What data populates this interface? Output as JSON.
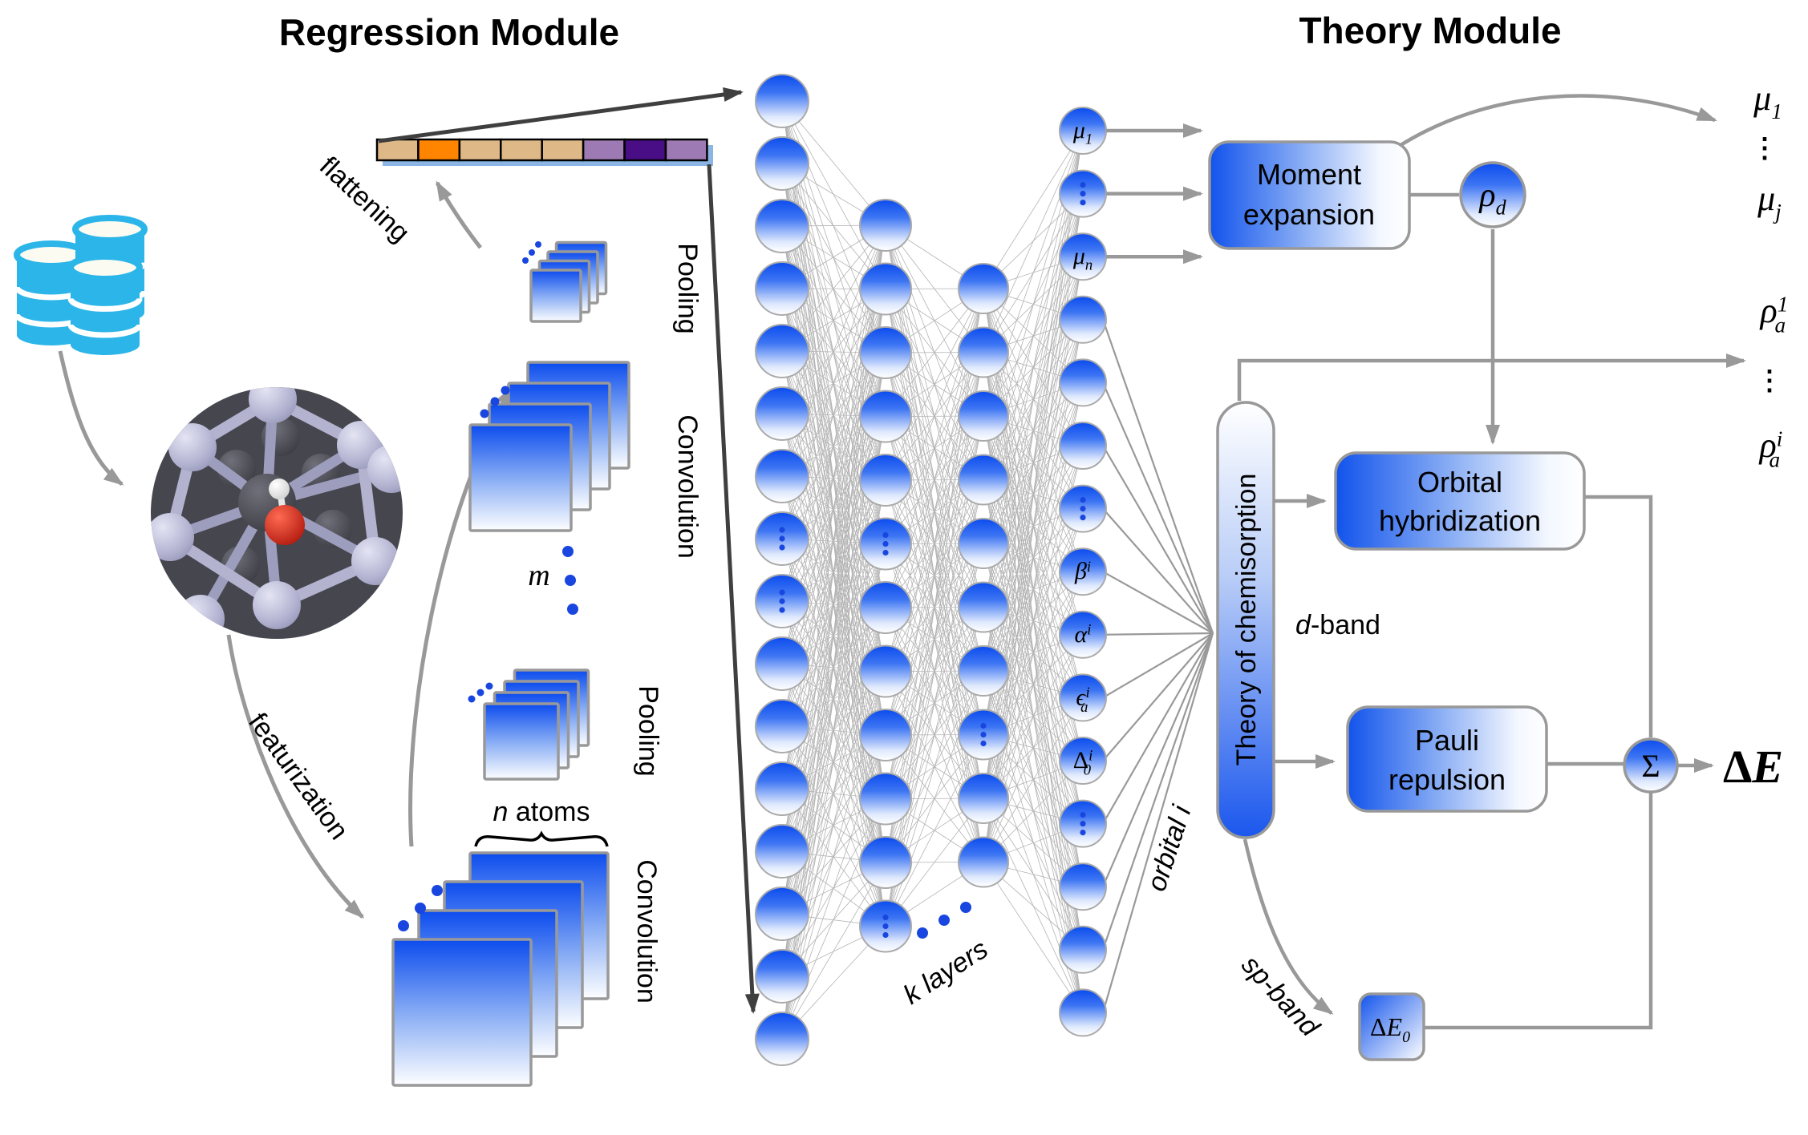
{
  "titles": {
    "regression": "Regression Module",
    "theory": "Theory Module"
  },
  "pipeline": {
    "stages": [
      "Pooling",
      "Convolution",
      "Pooling",
      "Convolution"
    ],
    "flattening": "flattening",
    "featurization": "featurization",
    "n_atoms": {
      "italic": "n",
      "rest": " atoms"
    },
    "m": "m",
    "k_layers": "k layers",
    "flatten_cells": [
      "#deb887",
      "#ff8400",
      "#deb887",
      "#deb887",
      "#deb887",
      "#9d7ab4",
      "#490d85",
      "#9d7ab4"
    ]
  },
  "network": {
    "layers": [
      {
        "count": 16,
        "dots": [
          7,
          8
        ]
      },
      {
        "count": 12,
        "dots": [
          5,
          11
        ]
      },
      {
        "count": 10,
        "dots": [
          7
        ]
      },
      {
        "count": 15,
        "dots": [
          1,
          6,
          11
        ],
        "labels": {
          "0": {
            "main": "μ",
            "sub": "1"
          },
          "2": {
            "main": "μ",
            "sub": "n"
          },
          "7": {
            "main": "β",
            "sup": "i"
          },
          "8": {
            "main": "α",
            "sup": "i"
          },
          "9": {
            "main": "ϵ",
            "sub": "a",
            "sup": "i"
          },
          "10": {
            "main": "Δ",
            "sub": "0",
            "sup": "i"
          }
        }
      }
    ]
  },
  "theory": {
    "moment_expansion": [
      "Moment",
      "expansion"
    ],
    "orbital_hybridization": [
      "Orbital",
      "hybridization"
    ],
    "pauli_repulsion": [
      "Pauli",
      "repulsion"
    ],
    "chemisorption": "Theory of chemisorption",
    "rho_d": {
      "main": "ρ",
      "sub": "d"
    },
    "sigma": "Σ",
    "delta_e0": {
      "main": "ΔE",
      "sub": "0"
    },
    "d_band": {
      "italic": "d",
      "rest": "-band"
    },
    "sp_band": "sp-band",
    "orbital_i": "orbital i"
  },
  "outputs": {
    "mu_1": {
      "main": "μ",
      "sub": "1"
    },
    "mu_dots": "⋮",
    "mu_j": {
      "main": "μ",
      "sub": "j"
    },
    "rho_1": {
      "main": "ρ",
      "sub": "a",
      "sup": "1"
    },
    "rho_dots": "⋮",
    "rho_i": {
      "main": "ρ",
      "sub": "a",
      "sup": "i"
    },
    "delta_e": {
      "main": "ΔE"
    }
  },
  "colors": {
    "node_blue": "#0c4cee",
    "edge_gray": "#b3b3b3",
    "arrow_gray": "#999999",
    "arrow_dark": "#3f3f3f",
    "db_cyan": "#2cb5e8",
    "oxygen_red": "#d91607",
    "hydrogen_white": "#f5f5f5",
    "metal_lavender": "#b4b4d2",
    "dot_blue": "#1a46e0",
    "bar_shadow": "#8ab5e5"
  }
}
